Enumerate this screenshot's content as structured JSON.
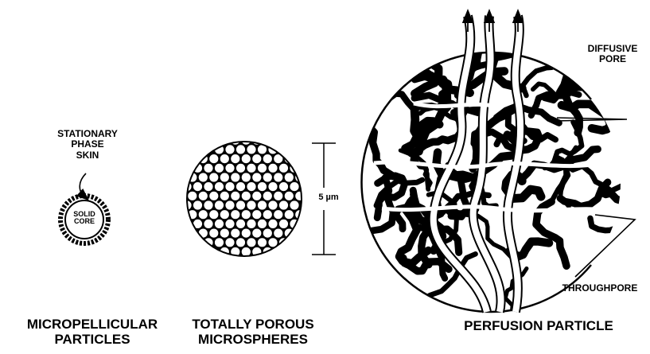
{
  "labels": {
    "stationary_phase_skin": [
      "STATIONARY",
      "PHASE",
      "SKIN"
    ],
    "solid_core": [
      "SOLID",
      "CORE"
    ],
    "size_label": "5 µm",
    "diffusive_pore": [
      "DIFFUSIVE",
      "PORE"
    ],
    "throughpore": "THROUGHPORE"
  },
  "captions": {
    "micropellicular": [
      "MICROPELLICULAR",
      "PARTICLES"
    ],
    "totally_porous": [
      "TOTALLY POROUS",
      "MICROSPHERES"
    ],
    "perfusion": "PERFUSION PARTICLE"
  },
  "colors": {
    "ink": "#000000",
    "paper": "#ffffff"
  }
}
